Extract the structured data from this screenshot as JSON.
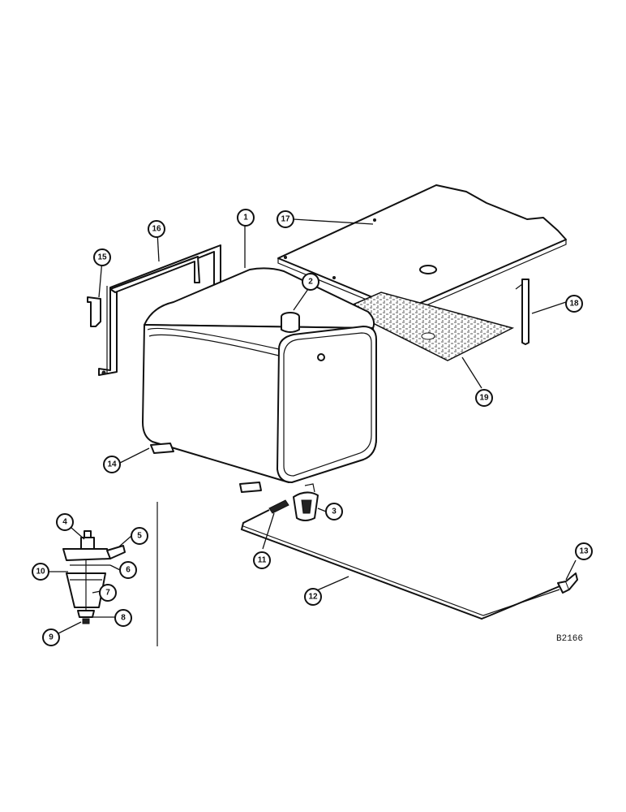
{
  "diagram": {
    "drawing_code": "B2166",
    "callouts": [
      "1",
      "2",
      "3",
      "4",
      "5",
      "6",
      "7",
      "8",
      "9",
      "10",
      "11",
      "12",
      "13",
      "14",
      "15",
      "16",
      "17",
      "18",
      "19"
    ],
    "colors": {
      "ink": "#111111",
      "paper": "#ffffff",
      "mat": "#555555"
    }
  }
}
